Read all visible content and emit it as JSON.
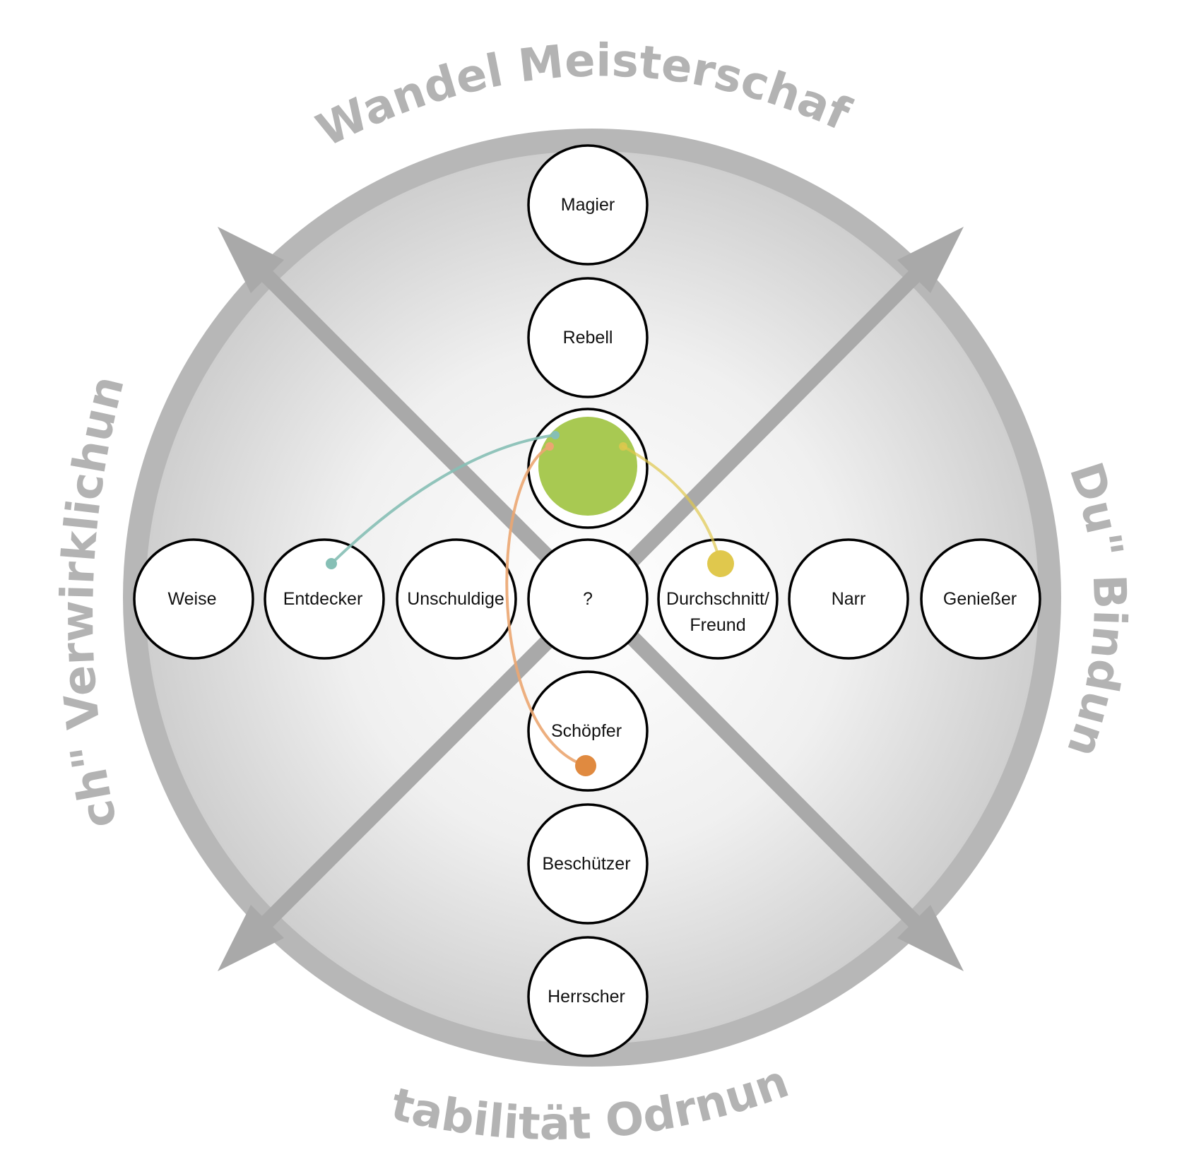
{
  "quadrant_labels": {
    "top": "Wandel  Meisterschaft",
    "bottom": "Stabilität  Odrnung",
    "left": "„Ich\"  Verwirklichung",
    "right": "„Du\"  Bindung"
  },
  "nodes": {
    "magier": "Magier",
    "rebell": "Rebell",
    "weise": "Weise",
    "entdecker": "Entdecker",
    "unschuldige": "Unschuldige",
    "center": "?",
    "durchschnitt_line1": "Durchschnitt/",
    "durchschnitt_line2": "Freund",
    "narr": "Narr",
    "geniesser": "Genießer",
    "schoepfer": "Schöpfer",
    "beschuetzer": "Beschützer",
    "herrscher": "Herrscher"
  },
  "colors": {
    "ring": "#b7b7b7",
    "arrow": "#a9a9a9",
    "node_border": "#000000",
    "highlight_fill": "#a8c952",
    "teal_connector": "#86bfb5",
    "yellow_connector": "#e0c84d",
    "orange_connector": "#e08a40"
  }
}
